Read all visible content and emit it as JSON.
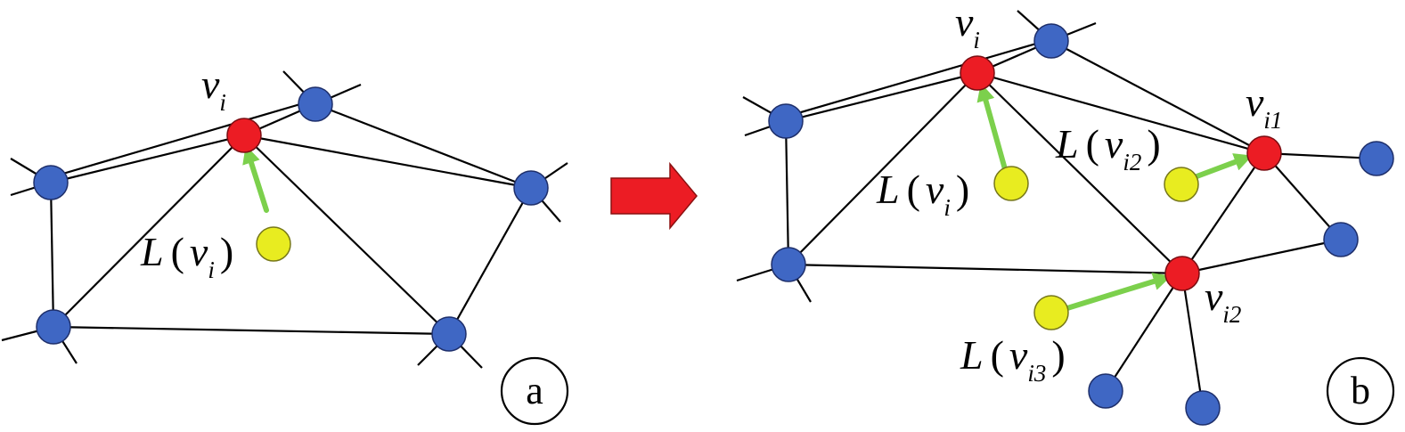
{
  "panel_a": {
    "tag": "a",
    "vertex": {
      "base": "ν",
      "sub": "i"
    },
    "laplacian": {
      "fn": "L",
      "open": "(",
      "base": "ν",
      "sub": "i",
      "close": ")"
    }
  },
  "panel_b": {
    "tag": "b",
    "vertex": {
      "base": "ν",
      "sub": "i"
    },
    "vertex_i1": {
      "base": "ν",
      "sub": "i1"
    },
    "vertex_i2": {
      "base": "ν",
      "sub": "i2"
    },
    "lap_i": {
      "fn": "L",
      "open": "(",
      "base": "ν",
      "sub": "i",
      "close": ")"
    },
    "lap_i2": {
      "fn": "L",
      "open": "(",
      "base": "ν",
      "sub": "i2",
      "close": ")"
    },
    "lap_i3": {
      "fn": "L",
      "open": "(",
      "base": "ν",
      "sub": "i3",
      "close": ")"
    }
  },
  "colors": {
    "neighbor_vertex": "#3f67c4",
    "moved_vertex": "#ec1c24",
    "laplacian_target": "#e8ec20",
    "displacement_arrow": "#7cd04c",
    "transition_arrow": "#ec1c24"
  }
}
